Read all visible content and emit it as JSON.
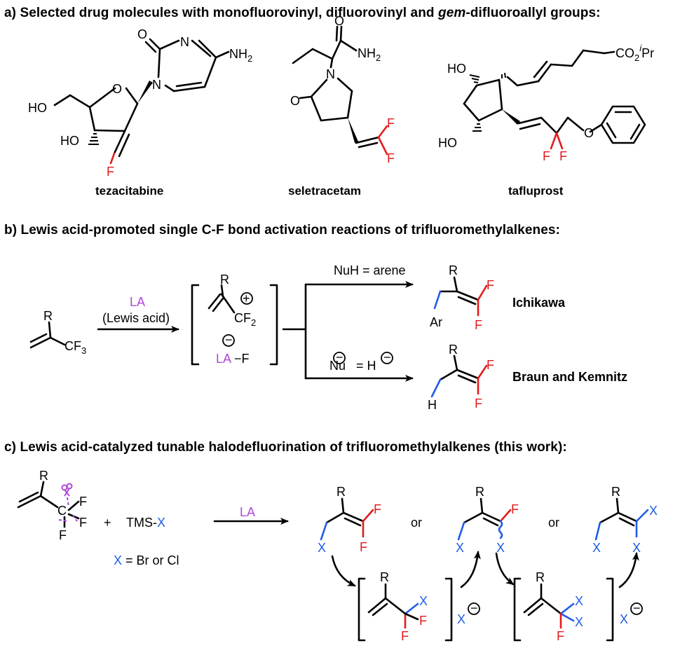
{
  "colors": {
    "fluorine": "#e31b1b",
    "halogen": "#1f5ce6",
    "lewis_acid": "#b046d8",
    "bond": "#000000"
  },
  "section_a": {
    "title_prefix": "a) Selected drug molecules with monofluorovinyl, difluorovinyl and ",
    "title_italic": "gem",
    "title_suffix": "-difluoroallyl groups:",
    "names": [
      "tezacitabine",
      "seletracetam",
      "tafluprost"
    ],
    "tezacitabine_atoms": {
      "n1": "N",
      "n3": "N",
      "nh2": "NH",
      "nh2_sub": "2",
      "ring_o": "O",
      "carbonyl_o": "O",
      "ho_top": "HO",
      "ho_bottom": "HO",
      "f": "F"
    },
    "seletracetam_atoms": {
      "o_amide": "O",
      "nh2": "NH",
      "nh2_sub": "2",
      "n": "N",
      "o_lactam": "O",
      "f1": "F",
      "f2": "F"
    },
    "tafluprost_atoms": {
      "ester": "CO",
      "ester_sub": "2",
      "ipr_sup": "i",
      "ipr": "Pr",
      "ho_top": "HO",
      "ho_bottom": "HO",
      "o_ether": "O",
      "f1": "F",
      "f2": "F"
    }
  },
  "section_b": {
    "title": "b) Lewis acid-promoted single C-F bond activation reactions of trifluoromethylalkenes:",
    "reactant_r": "R",
    "reactant_cf": "CF",
    "reactant_cf_sub": "3",
    "arrow_top": "LA",
    "arrow_bottom": "(Lewis acid)",
    "intermediate_r": "R",
    "intermediate_cf": "CF",
    "intermediate_cf_sub": "2",
    "plus_charge": "+",
    "minus_charge": "−",
    "la_label": "LA",
    "la_f": "−F",
    "upper_condition": "NuH = arene",
    "lower_condition_nu": "Nu",
    "lower_condition_eq": " = H",
    "product1_r": "R",
    "product1_ar": "Ar",
    "product1_f1": "F",
    "product1_f2": "F",
    "product1_label": "Ichikawa",
    "product2_r": "R",
    "product2_h": "H",
    "product2_f1": "F",
    "product2_f2": "F",
    "product2_label": "Braun and Kemnitz"
  },
  "section_c": {
    "title": "c) Lewis acid-catalyzed tunable halodefluorination of trifluoromethylalkenes (this work):",
    "reactant_r": "R",
    "reactant_c": "C",
    "reactant_f1": "F",
    "reactant_f2": "F",
    "reactant_f3": "F",
    "plus": "+",
    "reagent_prefix": "TMS-",
    "reagent_x": "X",
    "x_def_x": "X",
    "x_def_rest": " = Br or Cl",
    "arrow_label": "LA",
    "or1": "or",
    "or2": "or",
    "p1": {
      "r": "R",
      "x": "X",
      "f1": "F",
      "f2": "F"
    },
    "p2": {
      "r": "R",
      "x1": "X",
      "x2": "X",
      "f": "F"
    },
    "p3": {
      "r": "R",
      "x1": "X",
      "x2": "X",
      "x3": "X"
    },
    "i1": {
      "r": "R",
      "x": "X",
      "f1": "F",
      "f2": "F"
    },
    "i2": {
      "r": "R",
      "x1": "X",
      "x2": "X",
      "f": "F"
    },
    "xminus1": "X",
    "xminus2": "X",
    "minus": "−"
  }
}
